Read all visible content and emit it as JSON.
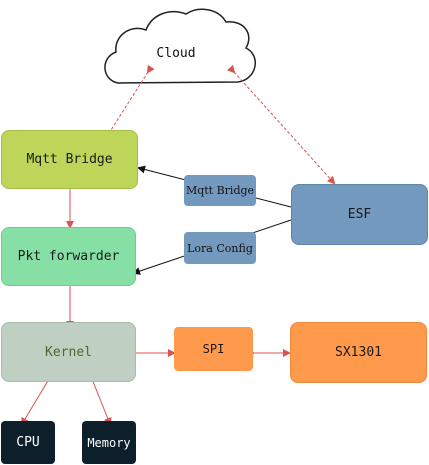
{
  "diagram": {
    "nodes": {
      "cloud": {
        "label": "Cloud",
        "fill": "#ffffff"
      },
      "mqtt_bridge": {
        "label": "Mqtt Bridge",
        "fill": "#bdd65a",
        "border": "#a3bd47"
      },
      "pkt_forwarder": {
        "label": "Pkt forwarder",
        "fill": "#86e0a6",
        "border": "#6fcb91"
      },
      "kernel": {
        "label": "Kernel",
        "fill": "#bfcfc1",
        "border": "#a8bcab",
        "text_color": "#4a6b2a"
      },
      "cpu": {
        "label": "CPU",
        "fill": "#0d1f2b"
      },
      "memory": {
        "label": "Memory",
        "fill": "#0d1f2b"
      },
      "esf": {
        "label": "ESF",
        "fill": "#7399bf",
        "border": "#5f85ab"
      },
      "mqtt_bridge_config": {
        "label": "Mqtt Bridge",
        "fill": "#7399bf"
      },
      "lora_config": {
        "label": "Lora Config",
        "fill": "#7399bf"
      },
      "spi": {
        "label": "SPI",
        "fill": "#ff9a4d"
      },
      "sx1301": {
        "label": "SX1301",
        "fill": "#ff9a4d",
        "border": "#f0883a"
      }
    },
    "colors": {
      "dashed_connector": "#d9534f",
      "solid_connector": "#111111"
    }
  }
}
